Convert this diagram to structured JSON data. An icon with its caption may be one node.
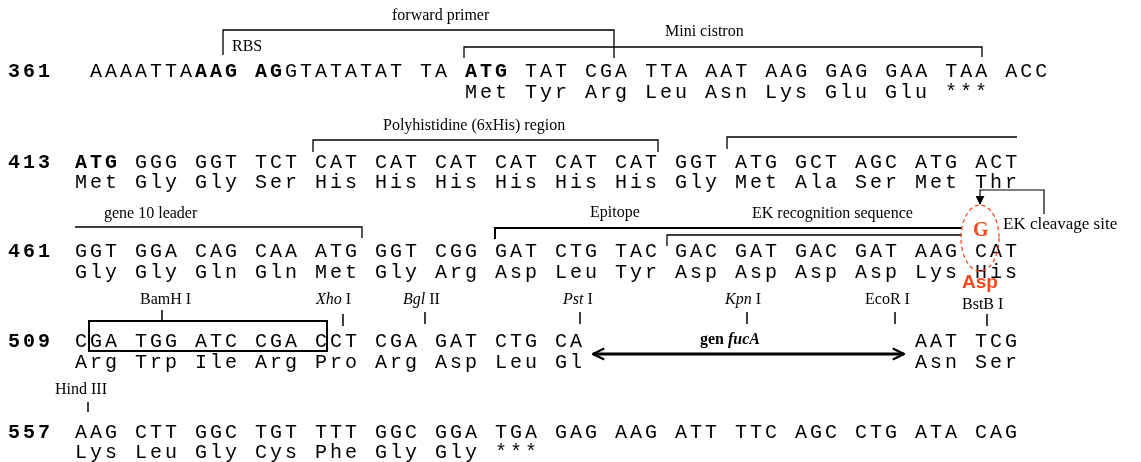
{
  "diagram": {
    "nodes": [
      {
        "text": [
          "EK cleavage site"
        ]
      },
      {
        "text": [
          "G"
        ]
      }
    ],
    "edges": [
      {
        "from": 0,
        "to": 1,
        "arrow": "to"
      }
    ],
    "labels": [
      "forward primer",
      "Mini cistron",
      "RBS",
      "361",
      "AAAATTA**AAG** **AG**GTATATAT TA **ATG** TAT CGA TTA AAT AAG GAG GAA TAA ACC",
      "Met Tyr Arg Leu Asn Lys Glu Glu ***",
      "Polyhistidine (6xHis) region",
      "413",
      "**ATG** GGG GGT TCT CAT CAT CAT CAT CAT CAT GGT ATG GCT AGC ATG ACT",
      "Met Gly Gly Ser His His His His His His Gly Met Ala Ser Met Thr",
      "gene 10 leader",
      "Epitope",
      "EK recognition sequence",
      "461",
      "GGT GGA CAG CAA ATG GGT CGG GAT CTG TAC GAC GAT GAC GAT AAG CAT",
      "Gly Gly Gln Gln Met Gly Arg Asp Leu Tyr Asp Asp Asp Asp Lys His",
      "Asp",
      "BamH I",
      "*Xho* I",
      "*Bgl* II",
      "*Pst* I",
      "*Kpn* I",
      "EcoR I",
      "BstB I",
      "509",
      "CGA TGG ATC CGA CCT CGA GAT CTG CA",
      "gen *fucA*",
      "AAT TCG",
      "Arg Trp Ile Arg Pro Arg Asp Leu Gl",
      "Asn Ser",
      "Hind III",
      "557",
      "AAG CTT GGC TGT TTT GGC GGA TGA GAG AAG ATT TTC AGC CTG ATA CAG",
      "Lys Leu Gly Cys Phe Gly Gly ***"
    ]
  }
}
